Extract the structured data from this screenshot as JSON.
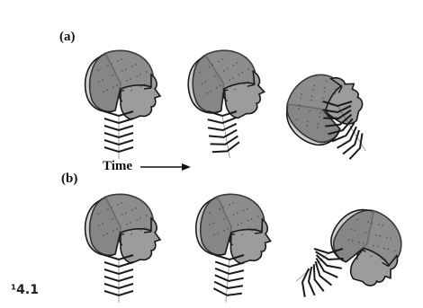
{
  "labels": {
    "row_a": "(a)",
    "row_b": "(b)",
    "time": "Time",
    "figure_number": "¹4.1"
  },
  "rows": [
    {
      "id": "a",
      "frames": [
        {
          "pose": "upright"
        },
        {
          "pose": "head-dropping-back"
        },
        {
          "pose": "hyperextended-back"
        }
      ]
    },
    {
      "id": "b",
      "frames": [
        {
          "pose": "upright"
        },
        {
          "pose": "upright-torso-moving"
        },
        {
          "pose": "flexed-forward"
        }
      ]
    }
  ],
  "colors": {
    "ink": "#1a1a1a",
    "skull_light": "#cfcfcf",
    "skull_dark": "#7a7a7a",
    "face": "#9c9c9c"
  }
}
